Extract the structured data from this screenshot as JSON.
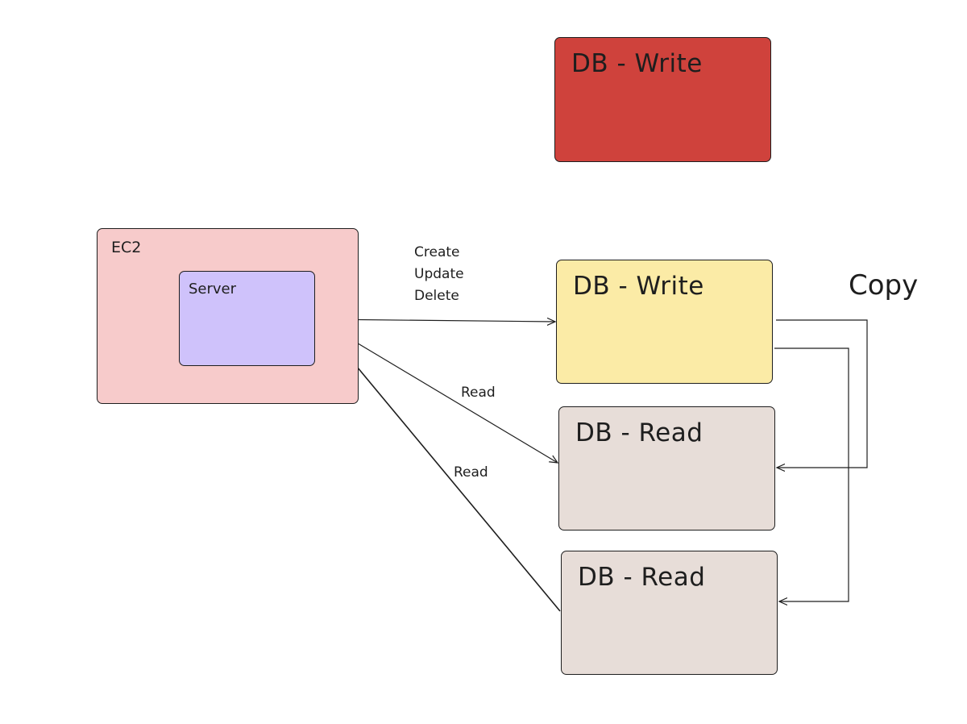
{
  "colors": {
    "db_write_top": "#cf423c",
    "ec2": "#f7cbcb",
    "server": "#cfc2fb",
    "db_write_main": "#fbeba6",
    "db_read": "#e7ddd8",
    "stroke": "#1e1e1e"
  },
  "nodes": {
    "db_write_top": {
      "label": "DB - Write"
    },
    "ec2": {
      "label": "EC2"
    },
    "server": {
      "label": "Server"
    },
    "db_write_main": {
      "label": "DB - Write"
    },
    "db_read_1": {
      "label": "DB - Read"
    },
    "db_read_2": {
      "label": "DB - Read"
    }
  },
  "edges": {
    "write_ops": {
      "lines": [
        "Create",
        "Update",
        "Delete"
      ]
    },
    "read_1": {
      "label": "Read"
    },
    "read_2": {
      "label": "Read"
    },
    "copy": {
      "label": "Copy"
    }
  }
}
